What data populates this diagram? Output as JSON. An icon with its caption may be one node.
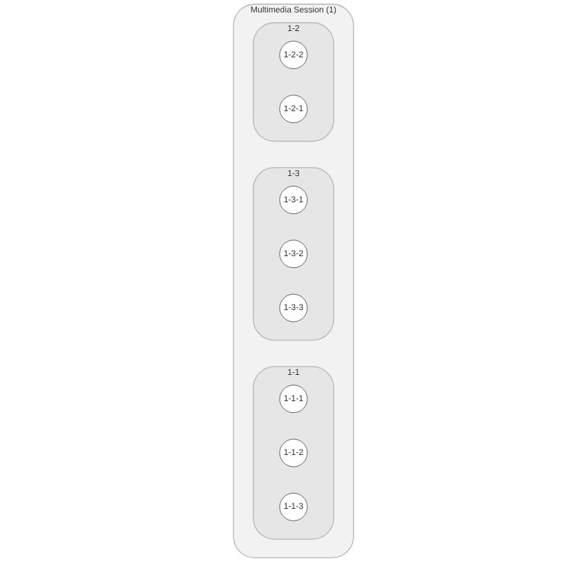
{
  "diagram": {
    "nodes": [
      {
        "text": [
          "Multimedia Session (1)"
        ]
      },
      {
        "text": [
          "1-1"
        ],
        "in": 0
      },
      {
        "text": [
          "1-1-1"
        ],
        "in": 1
      },
      {
        "text": [
          "1-1-2"
        ],
        "in": 1
      },
      {
        "text": [
          "1-1-3"
        ],
        "in": 1
      },
      {
        "text": [
          "1-3"
        ],
        "in": 0
      },
      {
        "text": [
          "1-3-1"
        ],
        "in": 5
      },
      {
        "text": [
          "1-3-2"
        ],
        "in": 5
      },
      {
        "text": [
          "1-3-3"
        ],
        "in": 5
      },
      {
        "text": [
          "1-2"
        ],
        "in": 0
      },
      {
        "text": [
          "1-2-2"
        ],
        "in": 9
      },
      {
        "text": [
          "1-2-1"
        ],
        "in": 9
      }
    ]
  }
}
